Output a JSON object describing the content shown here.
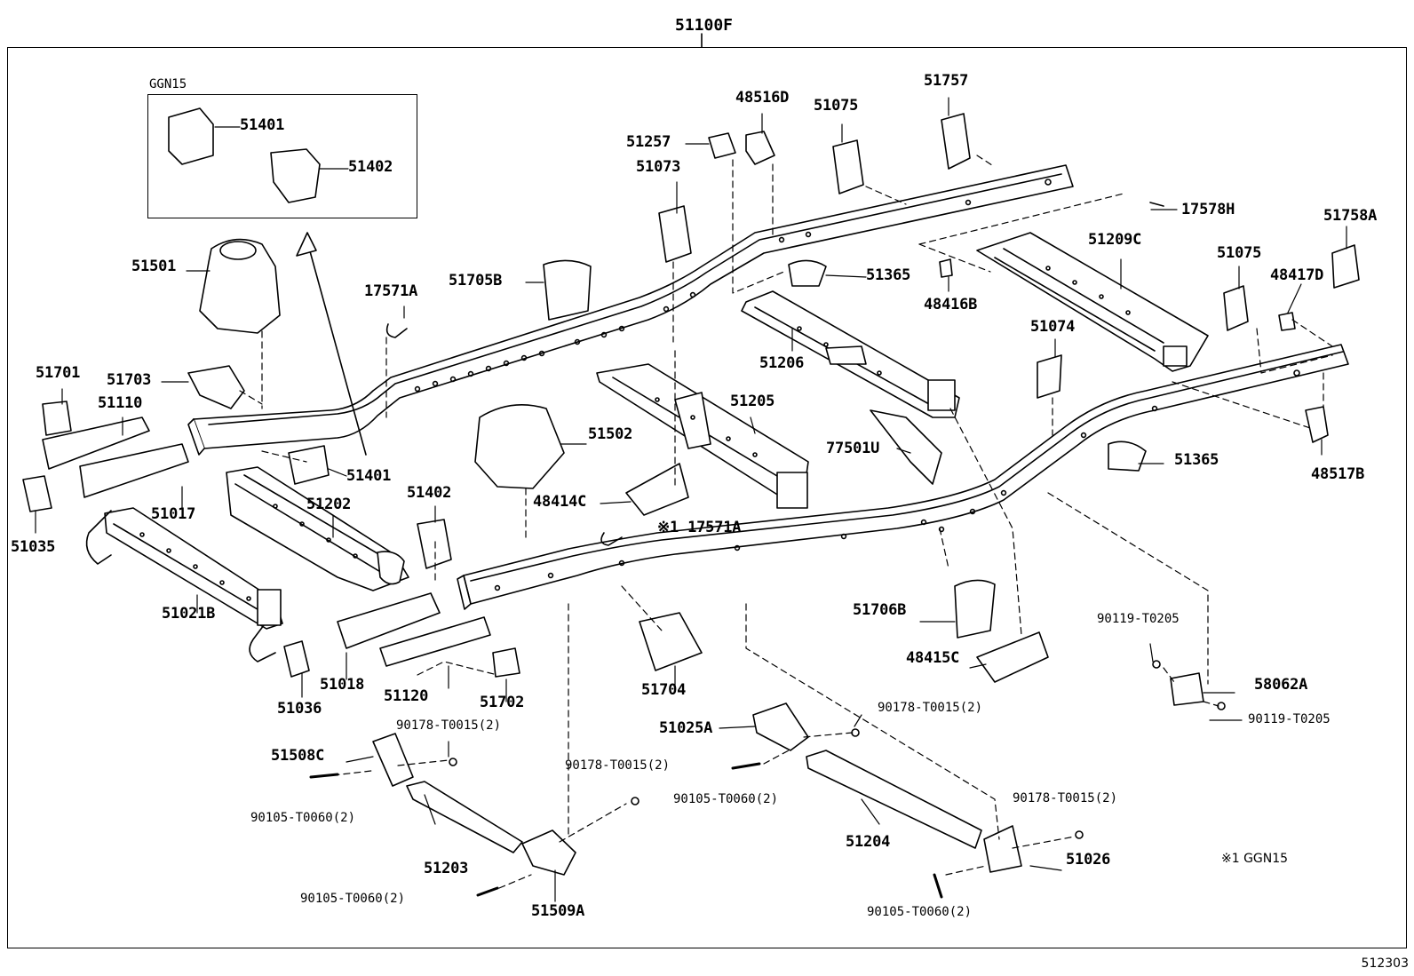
{
  "diagram": {
    "top_label": "51100F",
    "inset_label": "GGN15",
    "diagram_code": "512303",
    "footnote": "※1 GGN15",
    "labels": [
      {
        "id": "p51401a",
        "text": "51401"
      },
      {
        "id": "p51402a",
        "text": "51402"
      },
      {
        "id": "p51501",
        "text": "51501"
      },
      {
        "id": "p17571a",
        "text": "17571A"
      },
      {
        "id": "p51705b",
        "text": "51705B"
      },
      {
        "id": "p51257",
        "text": "51257"
      },
      {
        "id": "p51073",
        "text": "51073"
      },
      {
        "id": "p48516d",
        "text": "48516D"
      },
      {
        "id": "p51075a",
        "text": "51075"
      },
      {
        "id": "p51757",
        "text": "51757"
      },
      {
        "id": "p17578h",
        "text": "17578H"
      },
      {
        "id": "p51758a",
        "text": "51758A"
      },
      {
        "id": "p51075b",
        "text": "51075"
      },
      {
        "id": "p48417d",
        "text": "48417D"
      },
      {
        "id": "p51209c",
        "text": "51209C"
      },
      {
        "id": "p51365a",
        "text": "51365"
      },
      {
        "id": "p48416b",
        "text": "48416B"
      },
      {
        "id": "p51206",
        "text": "51206"
      },
      {
        "id": "p51074",
        "text": "51074"
      },
      {
        "id": "p51701",
        "text": "51701"
      },
      {
        "id": "p51703",
        "text": "51703"
      },
      {
        "id": "p51110",
        "text": "51110"
      },
      {
        "id": "p51017",
        "text": "51017"
      },
      {
        "id": "p51035",
        "text": "51035"
      },
      {
        "id": "p51401b",
        "text": "51401"
      },
      {
        "id": "p51202",
        "text": "51202"
      },
      {
        "id": "p51502",
        "text": "51502"
      },
      {
        "id": "p51205",
        "text": "51205"
      },
      {
        "id": "p77501u",
        "text": "77501U"
      },
      {
        "id": "p48414c",
        "text": "48414C"
      },
      {
        "id": "p17571a2",
        "text": "※1 17571A"
      },
      {
        "id": "p51365b",
        "text": "51365"
      },
      {
        "id": "p48517b",
        "text": "48517B"
      },
      {
        "id": "p51402b",
        "text": "51402"
      },
      {
        "id": "p51021b",
        "text": "51021B"
      },
      {
        "id": "p51036",
        "text": "51036"
      },
      {
        "id": "p51018",
        "text": "51018"
      },
      {
        "id": "p51120",
        "text": "51120"
      },
      {
        "id": "p51702",
        "text": "51702"
      },
      {
        "id": "p51704",
        "text": "51704"
      },
      {
        "id": "p51706b",
        "text": "51706B"
      },
      {
        "id": "p48415c",
        "text": "48415C"
      },
      {
        "id": "p90119a",
        "text": "90119-T0205"
      },
      {
        "id": "p58062a",
        "text": "58062A"
      },
      {
        "id": "p90119b",
        "text": "90119-T0205"
      },
      {
        "id": "p90178a",
        "text": "90178-T0015(2)"
      },
      {
        "id": "p51508c",
        "text": "51508C"
      },
      {
        "id": "p90105a",
        "text": "90105-T0060(2)"
      },
      {
        "id": "p51203",
        "text": "51203"
      },
      {
        "id": "p90178b",
        "text": "90178-T0015(2)"
      },
      {
        "id": "p90105b",
        "text": "90105-T0060(2)"
      },
      {
        "id": "p51509a",
        "text": "51509A"
      },
      {
        "id": "p51025a",
        "text": "51025A"
      },
      {
        "id": "p90178c",
        "text": "90178-T0015(2)"
      },
      {
        "id": "p90105c",
        "text": "90105-T0060(2)"
      },
      {
        "id": "p51204",
        "text": "51204"
      },
      {
        "id": "p90178d",
        "text": "90178-T0015(2)"
      },
      {
        "id": "p51026",
        "text": "51026"
      },
      {
        "id": "p90105d",
        "text": "90105-T0060(2)"
      }
    ]
  }
}
